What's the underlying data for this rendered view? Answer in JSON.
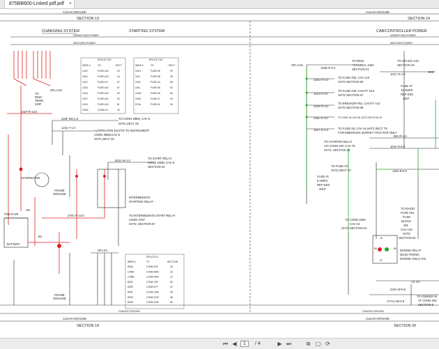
{
  "tab": {
    "title": "875BB600-Linked pdf.pdf",
    "close": "×"
  },
  "toolbar": {
    "page_current": "1",
    "page_total": "/ 4"
  },
  "page": {
    "top_left": {
      "clean_ground": "CLEAN GROUND",
      "section": "SECTION 13"
    },
    "top_right": {
      "clean_ground": "CLEAN GROUND",
      "section": "SECTION 14"
    },
    "bottom_left": {
      "chassis": "CHASSIS GROUND",
      "clean": "CLEAN GROUND",
      "section": "SECTION 19"
    },
    "bottom_right": {
      "chassis": "CHASSIS GROUND",
      "clean": "CLEAN GROUND",
      "section": "SECTION 20"
    },
    "headings": {
      "charging": "CHARGING SYSTEM",
      "starting": "STARTING SYSTEM",
      "cab": "CAB/CONTROLLER POWER"
    },
    "power_labels": {
      "unswitched": "UNSWITCHED POWER",
      "switched": "SWITCHED POWER"
    },
    "splice_c33": {
      "title": "SPLICE C33",
      "headers": [
        "WIRE #",
        "TO",
        "SECT"
      ],
      "rows": [
        [
          "101E",
          "FUSE #16",
          "24"
        ],
        [
          "101K",
          "FUSE #15",
          "24"
        ],
        [
          "101C",
          "FUSE #17",
          "67"
        ],
        [
          "101D",
          "FUSE #13",
          "57"
        ],
        [
          "101G",
          "FUSE #22",
          "33"
        ],
        [
          "101F",
          "FUSE #21",
          "34"
        ],
        [
          "101H",
          "FUSE #10",
          "81"
        ],
        [
          "101M",
          "CONN 19",
          "19"
        ]
      ]
    },
    "splice_c34": {
      "title": "SPLICE C34",
      "headers": [
        "WIRE #",
        "TO",
        "SECT"
      ],
      "rows": [
        [
          "101H",
          "FUSE #6",
          "39"
        ],
        [
          "101J",
          "FUSE #8",
          "38"
        ],
        [
          "101K",
          "FUSE #3",
          "68"
        ],
        [
          "101L",
          "FUSE #5",
          "63"
        ],
        [
          "101M",
          "FUSE #8",
          "66"
        ],
        [
          "101N",
          "FUSE #7",
          "69"
        ],
        [
          "970A",
          "FUSE #1",
          "26"
        ]
      ]
    },
    "splice_e1": {
      "title": "SPLICE E1",
      "headers": [
        "WIRE #",
        "TO",
        "SECTION"
      ],
      "rows": [
        [
          "800A",
          "CONN 93F",
          "19"
        ],
        [
          "1789F",
          "CONN 89M",
          "23"
        ],
        [
          "1789E",
          "CONN 89M",
          "22"
        ],
        [
          "800C",
          "CONN 78F",
          "30"
        ],
        [
          "800E",
          "CONN 67F",
          "22"
        ],
        [
          "800F",
          "CONN 20M",
          "48"
        ],
        [
          "800G",
          "CONN 21M",
          "48"
        ],
        [
          "800H",
          "CONN 22M",
          "65"
        ]
      ]
    },
    "texts": {
      "w218f": "218F DG-1.0",
      "to_conn399": "TO CONN 399M, CAV 6",
      "to_conn399b": "SHT1,SECT 25",
      "w121e": "121E Y-1.0",
      "alt_exc": "ALTERNATOR EXCITE TO INSTRUMENT",
      "alt_exc2": "CONN 398M,CAV 5",
      "alt_exc3": "SHT1,SECT 25",
      "spl_c34": "SPL-C34",
      "w101p": "101P R-13.0",
      "alternator": "ALTERNATOR",
      "frame_ground": "FRAME",
      "frame_ground2": "GROUND",
      "intermediate": "INTERMEDIATE",
      "starting_relay": "STARTING RELAY",
      "w622a": "622A W-1.0",
      "to_start_relay": "TO START RELAY",
      "to_start_relay2": "CONN 108M, CAV E",
      "to_start_relay3": "SECTION 23",
      "w270c": "270C R-13.0",
      "to_int": "TO INTERMEDIATE START RELAY",
      "to_int2": "CONN 372F",
      "to_int3": "SHT2, SECTION 57",
      "pos": "POS R-3/0",
      "battery": "BATTERY",
      "b1": "B1",
      "b2": "B2",
      "spl_e1": "SPL-E1",
      "frame2": "FRAME",
      "ground2": "GROUND",
      "to_ring": "TO",
      "to_ring2": "RING",
      "to_ring3": "TERM",
      "to_ring4": "240F",
      "spl_c21": "SPL-C21",
      "r102b": "102B R-3.0",
      "to_ring_term": "TO RING",
      "to_ring_term2": "TERMINAL 106A",
      "to_ring_term3": "SECTION 21",
      "r102u": "102U R-3.0",
      "fuse52": "TO FUSE #52, CAV A10",
      "fuse52b": "SHT2 SECTION 65",
      "r102j": "102J R-3.0",
      "fuse28": "TO FUSE #28, CAVITY D14",
      "fuse28b": "SHT2 SECTION 67",
      "r102r": "102R R-3.0",
      "breaker": "TO BREAKER #51, CAVITY A12",
      "breaker2": "SHT2 SECTION 68",
      "r102l": "102L R-3.0",
      "fuse30": "TO FUSE 30,CAV 38, SHT2,SECTION 43",
      "r102i": "102-I R-1.0",
      "fuse55": "TO FUSE 55, CAV A4,SHT2,SECT 79",
      "fuse55b": "FOR EMERGING MARKET TRACTOR ONLY",
      "starter": "TO STARTER RELAY",
      "starter2": "VIA CONN 10F, CAV 78",
      "starter3": "SHT1, SECTION 23",
      "fuse2": "TO FUSE #2",
      "fuse2b": "SHT2,SECT 57",
      "fuse9": "FUSE #1",
      "fuse9b": "8 AMPS",
      "fuse9c": "REF DES",
      "fuse9d": "281P",
      "splice_c33_to": "TO SPLICE C33",
      "splice_c33_to2": "SECTION 19",
      "r101c": "101C R-2.0",
      "fuse7": "FUSE #7",
      "fuse7b": "10 AMPS",
      "fuse7c": "REF DES",
      "fuse7d": "281F",
      "see": "SEE",
      "r104a": "104A R-5.0",
      "r88a": "88A R-1.3",
      "r125a": "125A R-6.0",
      "radio": "TO RADIO",
      "radio2": "FUSE #24",
      "radio3": "FUSE",
      "radio4": "BLOCK",
      "radio5": "281",
      "radio6": "CAV A15",
      "radio7": "SHT2",
      "radio8": "SECTION 63",
      "conn284": "TO CONN 284F,",
      "conn284b": "CAV A3",
      "conn284c": "SHT2 SECTION 61",
      "engine": "ENGINE RELAY",
      "engine2": "(ELECTRONIC",
      "engine3": "ENGINE ONLY) #11",
      "w223a": "223A W-0.8",
      "w177al": "177AL Bk-0.8",
      "fender": "TO FENDER W",
      "fender2": "AT CONN 284",
      "fender3": "SECTION 6",
      "w101g": "101 10K",
      "pin30": "30",
      "pin87": "87",
      "pin85": "85",
      "pin86": "86"
    }
  }
}
